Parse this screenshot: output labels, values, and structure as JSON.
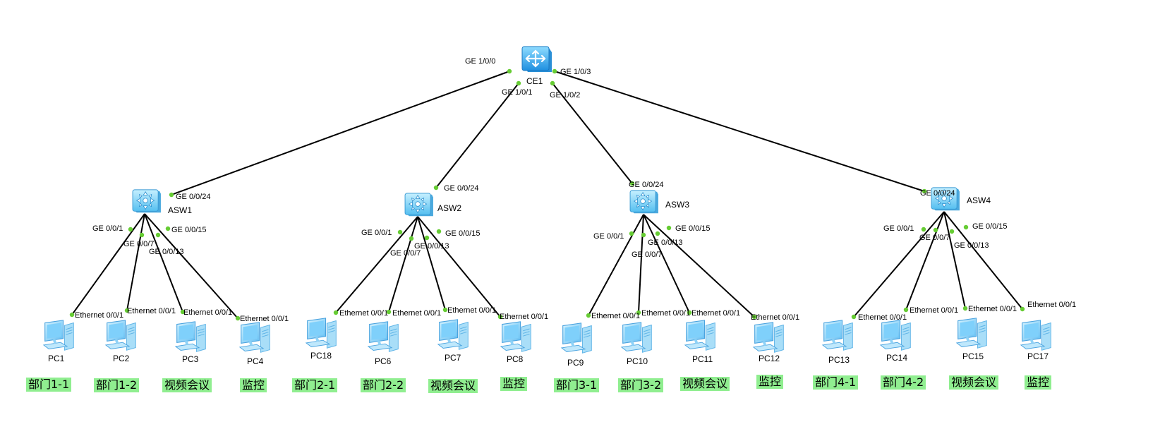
{
  "core": {
    "name": "CE1",
    "icon": "core-switch-icon",
    "ports": {
      "asw1": "GE 1/0/0",
      "asw2": "GE 1/0/1",
      "asw3": "GE 1/0/2",
      "asw4": "GE 1/0/3"
    }
  },
  "switches": [
    {
      "name": "ASW1",
      "icon": "access-switch-icon",
      "uplink": "GE 0/0/24",
      "downlinks": [
        "GE 0/0/1",
        "GE 0/0/7",
        "GE 0/0/13",
        "GE 0/0/15"
      ]
    },
    {
      "name": "ASW2",
      "icon": "access-switch-icon",
      "uplink": "GE 0/0/24",
      "downlinks": [
        "GE 0/0/1",
        "GE 0/0/7",
        "GE 0/0/13",
        "GE 0/0/15"
      ]
    },
    {
      "name": "ASW3",
      "icon": "access-switch-icon",
      "uplink": "GE 0/0/24",
      "downlinks": [
        "GE 0/0/1",
        "GE 0/0/7",
        "GE 0/0/13",
        "GE 0/0/15"
      ]
    },
    {
      "name": "ASW4",
      "icon": "access-switch-icon",
      "uplink": "GE 0/0/24",
      "downlinks": [
        "GE 0/0/1",
        "GE 0/0/7",
        "GE 0/0/13",
        "GE 0/0/15"
      ]
    }
  ],
  "pcs": [
    {
      "name": "PC1",
      "port": "Ethernet 0/0/1",
      "tag": "部门1-1"
    },
    {
      "name": "PC2",
      "port": "Ethernet 0/0/1",
      "tag": "部门1-2"
    },
    {
      "name": "PC3",
      "port": "Ethernet 0/0/1",
      "tag": "视频会议"
    },
    {
      "name": "PC4",
      "port": "Ethernet 0/0/1",
      "tag": "监控"
    },
    {
      "name": "PC18",
      "port": "Ethernet 0/0/1",
      "tag": "部门2-1"
    },
    {
      "name": "PC6",
      "port": "Ethernet 0/0/1",
      "tag": "部门2-2"
    },
    {
      "name": "PC7",
      "port": "Ethernet 0/0/1",
      "tag": "视频会议"
    },
    {
      "name": "PC8",
      "port": "Ethernet 0/0/1",
      "tag": "监控"
    },
    {
      "name": "PC9",
      "port": "Ethernet 0/0/1",
      "tag": "部门3-1"
    },
    {
      "name": "PC10",
      "port": "Ethernet 0/0/1",
      "tag": "部门3-2"
    },
    {
      "name": "PC11",
      "port": "Ethernet 0/0/1",
      "tag": "视频会议"
    },
    {
      "name": "PC12",
      "port": "Ethernet 0/0/1",
      "tag": "监控"
    },
    {
      "name": "PC13",
      "port": "Ethernet 0/0/1",
      "tag": "部门4-1"
    },
    {
      "name": "PC14",
      "port": "Ethernet 0/0/1",
      "tag": "部门4-2"
    },
    {
      "name": "PC15",
      "port": "Ethernet 0/0/1",
      "tag": "视频会议"
    },
    {
      "name": "PC17",
      "port": "Ethernet 0/0/1",
      "tag": "监控"
    }
  ],
  "pc_icon": "pc-icon",
  "colors": {
    "link": "#000000",
    "port_dot": "#66cc33",
    "tag_bg": "#90ee90",
    "device": "#3fa9f5"
  }
}
